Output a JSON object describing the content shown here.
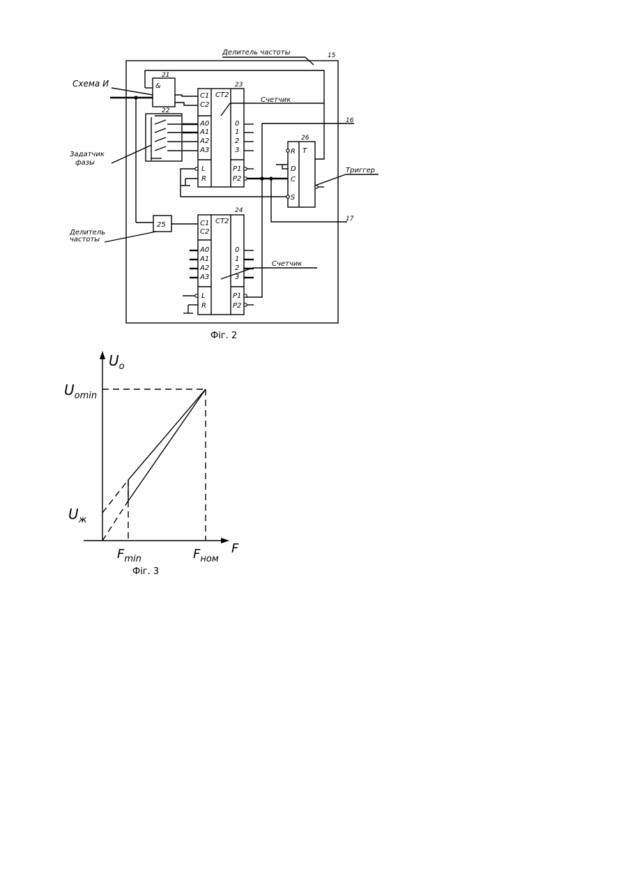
{
  "fig2": {
    "caption": "Фіг. 2",
    "callouts": {
      "divider_top": "Делитель частоты",
      "and_gate": "Схема И",
      "counter_top": "Счетчик",
      "phase_setter_line1": "Задатчик",
      "phase_setter_line2": "фазы",
      "trigger": "Триггер",
      "divider_bottom_line1": "Делитель",
      "divider_bottom_line2": "частоты",
      "counter_bottom": "Счетчик"
    },
    "refs": [
      "15",
      "21",
      "22",
      "23",
      "16",
      "26",
      "24",
      "25",
      "17"
    ],
    "and_gate_symbol": "&",
    "divider_block_label": "25",
    "trigger_block": {
      "title": "T",
      "pins": [
        "R",
        "D",
        "C",
        "S"
      ]
    },
    "counter_top": {
      "title": "CT2",
      "inputs": [
        "C1",
        "C2",
        "A0",
        "A1",
        "A2",
        "A3",
        "L",
        "R"
      ],
      "outputs": [
        "0",
        "1",
        "2",
        "3",
        "P1",
        "P2"
      ]
    },
    "counter_bottom": {
      "title": "CT2",
      "inputs": [
        "C1",
        "C2",
        "A0",
        "A1",
        "A2",
        "A3",
        "L",
        "R"
      ],
      "outputs": [
        "0",
        "1",
        "2",
        "3",
        "P1",
        "P2"
      ]
    }
  },
  "fig3": {
    "caption": "Фіг. 3",
    "y_axis": "U",
    "y_axis_sub": "o",
    "x_axis": "F",
    "y_ticks": [
      {
        "main": "U",
        "sub": "omin"
      },
      {
        "main": "U",
        "sub": "ж"
      }
    ],
    "x_ticks": [
      {
        "main": "F",
        "sub": "min"
      },
      {
        "main": "F",
        "sub": "ном"
      }
    ]
  }
}
